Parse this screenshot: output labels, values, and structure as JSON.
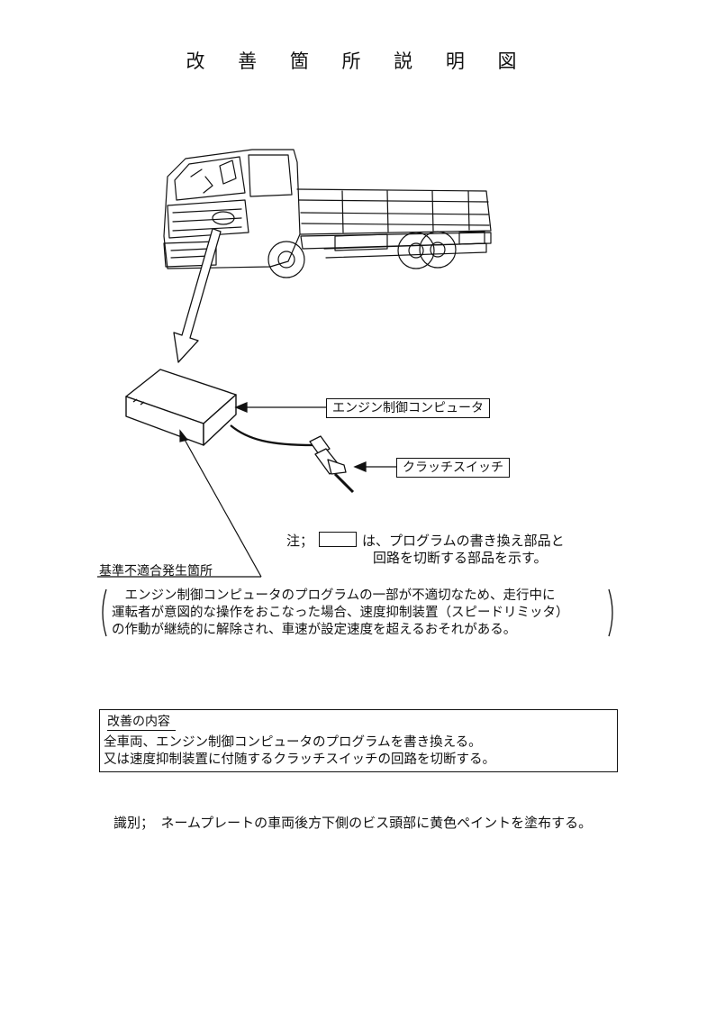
{
  "title": "改 善 箇 所 説 明 図",
  "labels": {
    "ecu": "エンジン制御コンピュータ",
    "clutch": "クラッチスイッチ"
  },
  "note": {
    "prefix": "注；",
    "line1_suffix": "は、プログラムの書き換え部品と",
    "line2": "回路を切断する部品を示す。"
  },
  "nonconformity": {
    "heading": "基準不適合発生箇所",
    "lines": [
      "　エンジン制御コンピュータのプログラムの一部が不適切なため、走行中に",
      "運転者が意図的な操作をおこなった場合、速度抑制装置（スピードリミッタ）",
      "の作動が継続的に解除され、車速が設定速度を超えるおそれがある。"
    ]
  },
  "improvement": {
    "heading": "改善の内容",
    "lines": [
      "全車両、エンジン制御コンピュータのプログラムを書き換える。",
      "又は速度抑制装置に付随するクラッチスイッチの回路を切断する。"
    ]
  },
  "identification": "識別；　ネームプレートの車両後方下側のビス頭部に黄色ペイントを塗布する。"
}
